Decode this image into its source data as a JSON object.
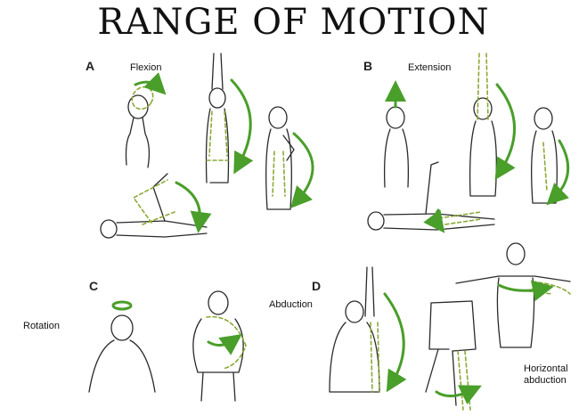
{
  "title": "RANGE OF MOTION",
  "panels": {
    "a": {
      "letter": "A",
      "label": "Flexion"
    },
    "b": {
      "letter": "B",
      "label": "Extension"
    },
    "c": {
      "letter": "C",
      "label": "Rotation"
    },
    "d": {
      "letter": "D",
      "label": "Abduction",
      "label2": "Horizontal abduction"
    }
  },
  "colors": {
    "arrow": "#4a9e2a",
    "ghost": "#8aa936",
    "line": "#2a2a2a"
  }
}
